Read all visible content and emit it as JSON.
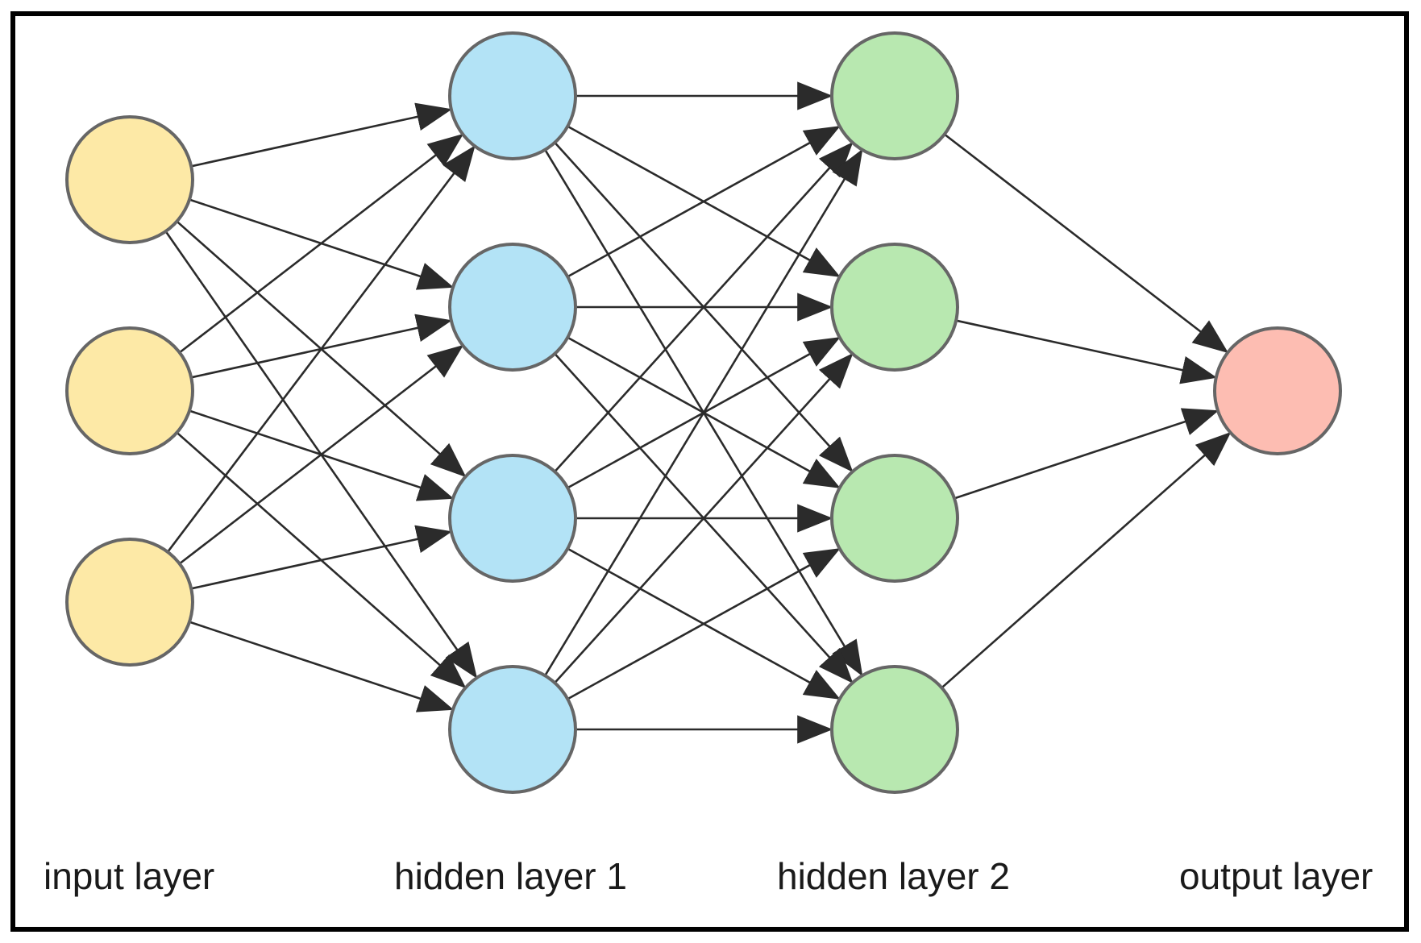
{
  "diagram": {
    "type": "feedforward-neural-network",
    "colors": {
      "frame": "#000000",
      "node_stroke": "#666666",
      "edge": "#2b2b2b",
      "arrowhead": "#2b2b2b"
    },
    "layers": [
      {
        "id": "input",
        "label": "input layer",
        "node_count": 3,
        "fill": "#fde9a6"
      },
      {
        "id": "hidden1",
        "label": "hidden layer 1",
        "node_count": 4,
        "fill": "#b3e3f6"
      },
      {
        "id": "hidden2",
        "label": "hidden layer 2",
        "node_count": 4,
        "fill": "#b8e8b0"
      },
      {
        "id": "output",
        "label": "output layer",
        "node_count": 1,
        "fill": "#fdbdb2"
      }
    ],
    "connectivity": "fully-connected"
  }
}
